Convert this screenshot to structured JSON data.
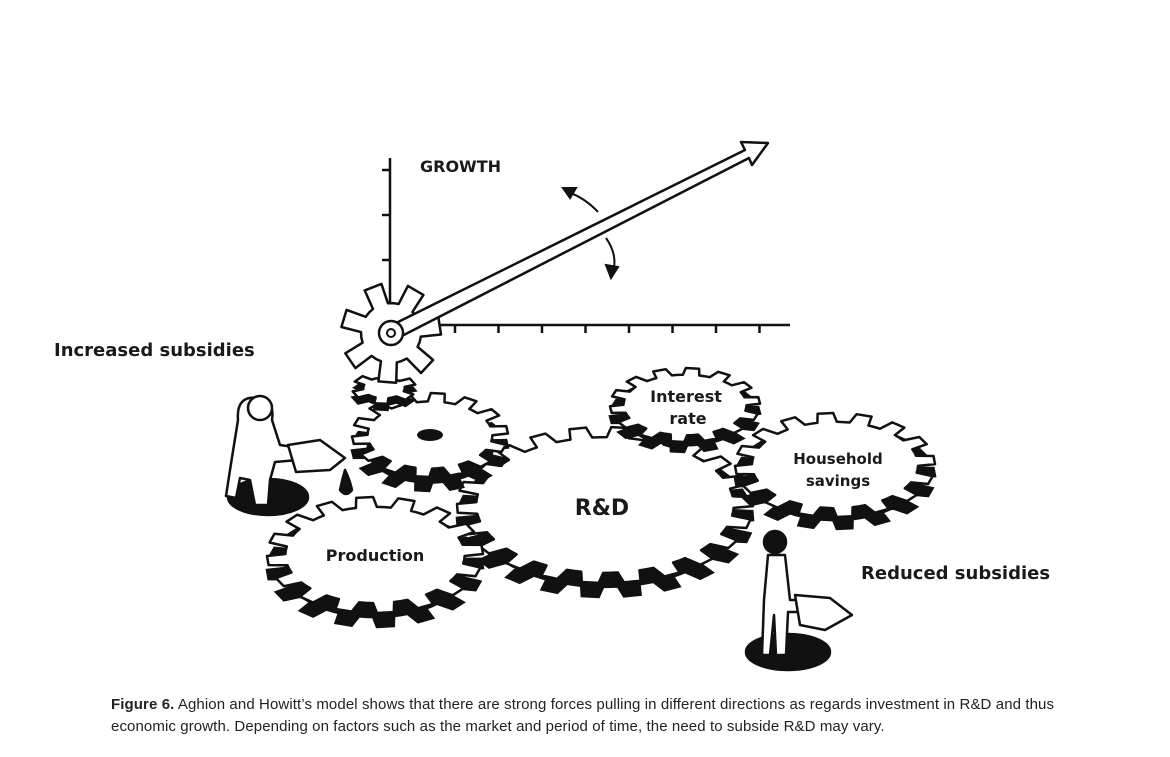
{
  "axis_label": "GROWTH",
  "labels": {
    "increased": "Increased subsidies",
    "reduced": "Reduced subsidies"
  },
  "gears": {
    "production": "Production",
    "rd": "R&D",
    "interest_line1": "Interest",
    "interest_line2": "rate",
    "household_line1": "Household",
    "household_line2": "savings"
  },
  "caption": {
    "figure": "Figure 6.",
    "text": " Aghion and Howitt’s model shows that there are strong forces pulling in different directions as regards investment in R&D and thus economic growth. Depending on factors such as the market and period of time, the need to subside R&D may vary."
  }
}
